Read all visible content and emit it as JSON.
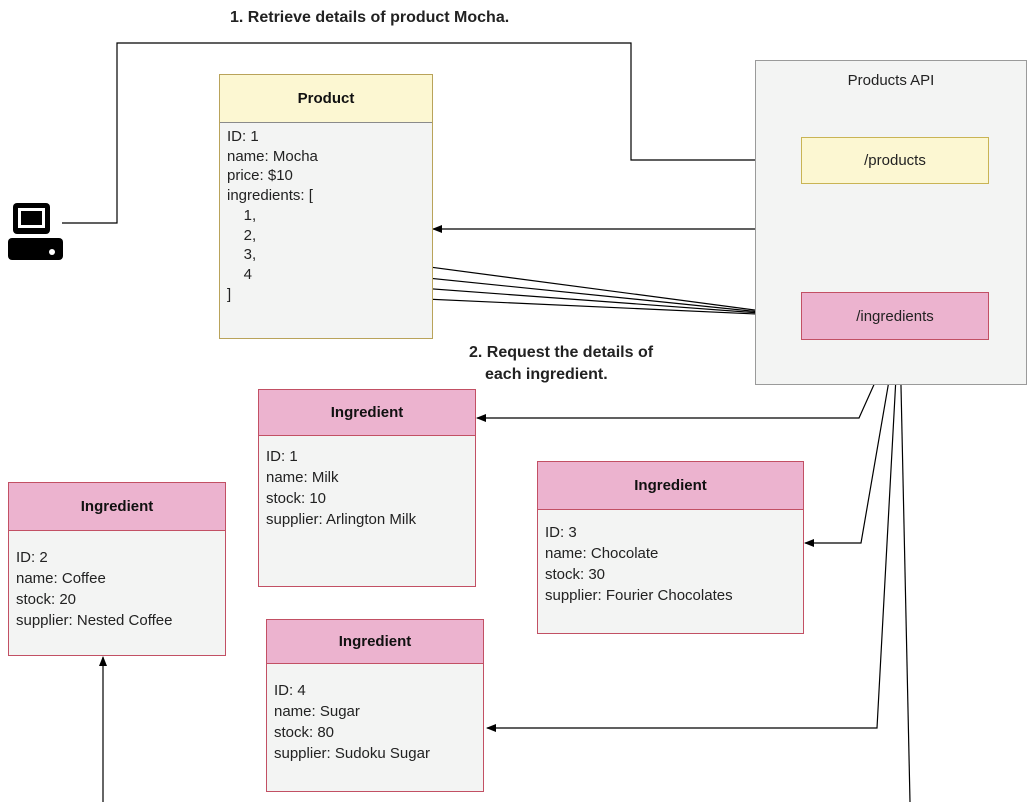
{
  "captions": {
    "step1": "1. Retrieve details of product Mocha.",
    "step2_line1": "2. Request the details of",
    "step2_line2": "each ingredient."
  },
  "products_api": {
    "title": "Products API",
    "products_endpoint": "/products",
    "ingredients_endpoint": "/ingredients"
  },
  "product": {
    "header": "Product",
    "lines": [
      "ID: 1",
      "name: Mocha",
      "price: $10",
      "ingredients: [",
      "    1,",
      "    2,",
      "    3,",
      "    4",
      "]"
    ]
  },
  "ingredients": [
    {
      "header": "Ingredient",
      "lines": [
        "ID: 1",
        "name: Milk",
        "stock: 10",
        "supplier: Arlington Milk"
      ]
    },
    {
      "header": "Ingredient",
      "lines": [
        "ID: 2",
        "name: Coffee",
        "stock: 20",
        "supplier: Nested Coffee"
      ]
    },
    {
      "header": "Ingredient",
      "lines": [
        "ID: 3",
        "name: Chocolate",
        "stock: 30",
        "supplier: Fourier Chocolates"
      ]
    },
    {
      "header": "Ingredient",
      "lines": [
        "ID: 4",
        "name: Sugar",
        "stock: 80",
        "supplier: Sudoku Sugar"
      ]
    }
  ],
  "icons": {
    "client": "computer-icon"
  },
  "colors": {
    "yellow_fill": "#fcf7d2",
    "pink_fill": "#ecb3cf",
    "pink_border": "#c25064",
    "box_fill": "#f3f4f3"
  }
}
